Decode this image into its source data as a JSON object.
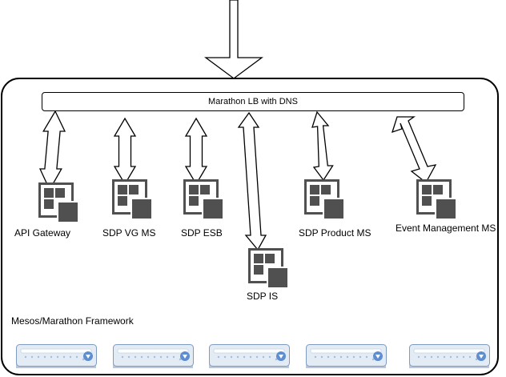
{
  "load_balancer": {
    "label": "Marathon LB with DNS"
  },
  "framework": {
    "label": "Mesos/Marathon Framework"
  },
  "services": [
    {
      "id": "api-gateway",
      "label": "API Gateway"
    },
    {
      "id": "sdp-vg-ms",
      "label": "SDP VG MS"
    },
    {
      "id": "sdp-esb",
      "label": "SDP ESB"
    },
    {
      "id": "sdp-is",
      "label": "SDP IS"
    },
    {
      "id": "sdp-product-ms",
      "label": "SDP Product MS"
    },
    {
      "id": "event-management-ms",
      "label": "Event Management MS"
    }
  ],
  "servers": [
    {
      "id": "server-1"
    },
    {
      "id": "server-2"
    },
    {
      "id": "server-3"
    },
    {
      "id": "server-4"
    },
    {
      "id": "server-5"
    }
  ],
  "colors": {
    "stroke": "#000000",
    "icon_fill": "#505050",
    "server_fill": "#e3ebf5",
    "server_stroke": "#7f9cc0",
    "server_accent": "#5e8ed0"
  }
}
